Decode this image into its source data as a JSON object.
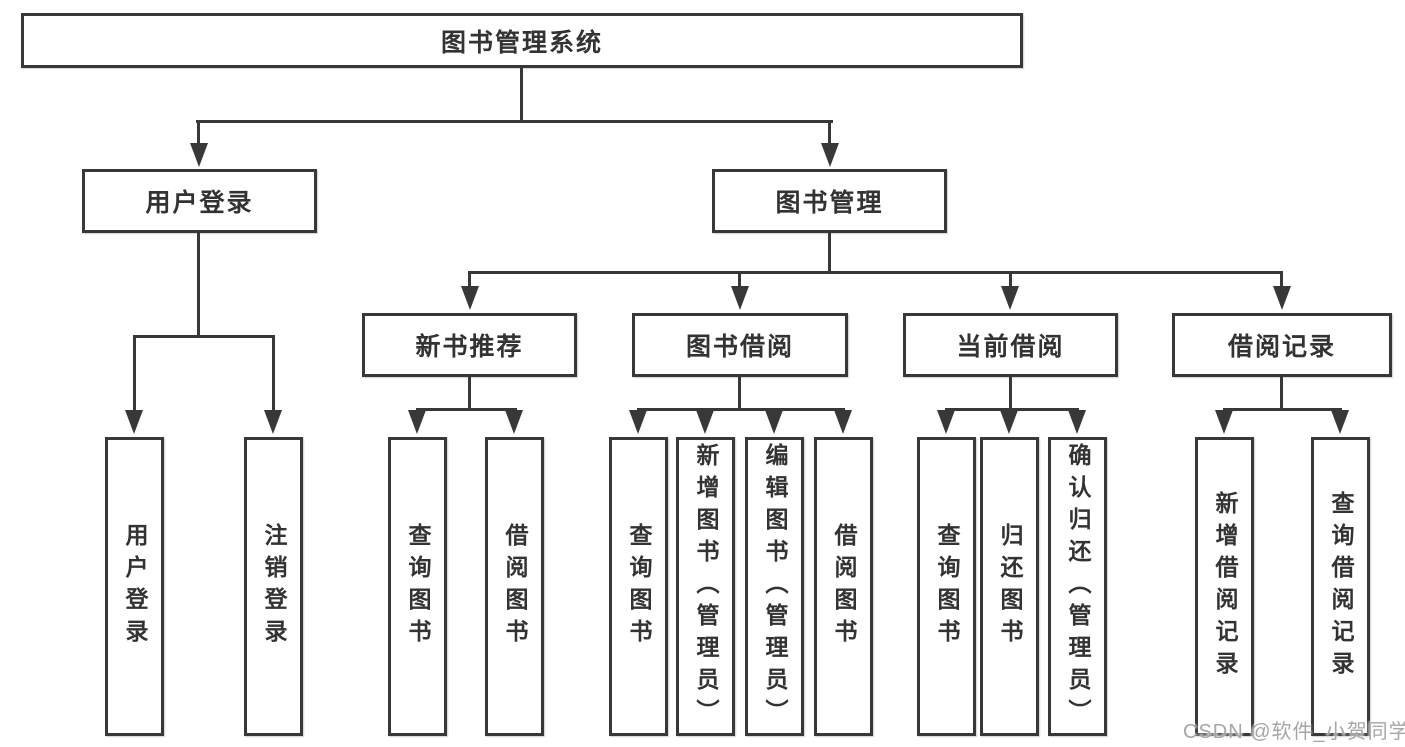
{
  "diagram": {
    "root": "图书管理系统",
    "branches": [
      {
        "label": "用户登录",
        "children": [
          "用户登录",
          "注销登录"
        ]
      },
      {
        "label": "图书管理",
        "children": [
          {
            "label": "新书推荐",
            "children": [
              "查询图书",
              "借阅图书"
            ]
          },
          {
            "label": "图书借阅",
            "children": [
              "查询图书",
              "新增图书（管理员）",
              "编辑图书（管理员）",
              "借阅图书"
            ]
          },
          {
            "label": "当前借阅",
            "children": [
              "查询图书",
              "归还图书",
              "确认归还（管理员）"
            ]
          },
          {
            "label": "借阅记录",
            "children": [
              "新增借阅记录",
              "查询借阅记录"
            ]
          }
        ]
      }
    ]
  },
  "watermark": "CSDN @软件_小贺同学",
  "colors": {
    "line": "#383838",
    "text": "#333333",
    "background": "#ffffff",
    "watermark": "#a6a6a6"
  }
}
